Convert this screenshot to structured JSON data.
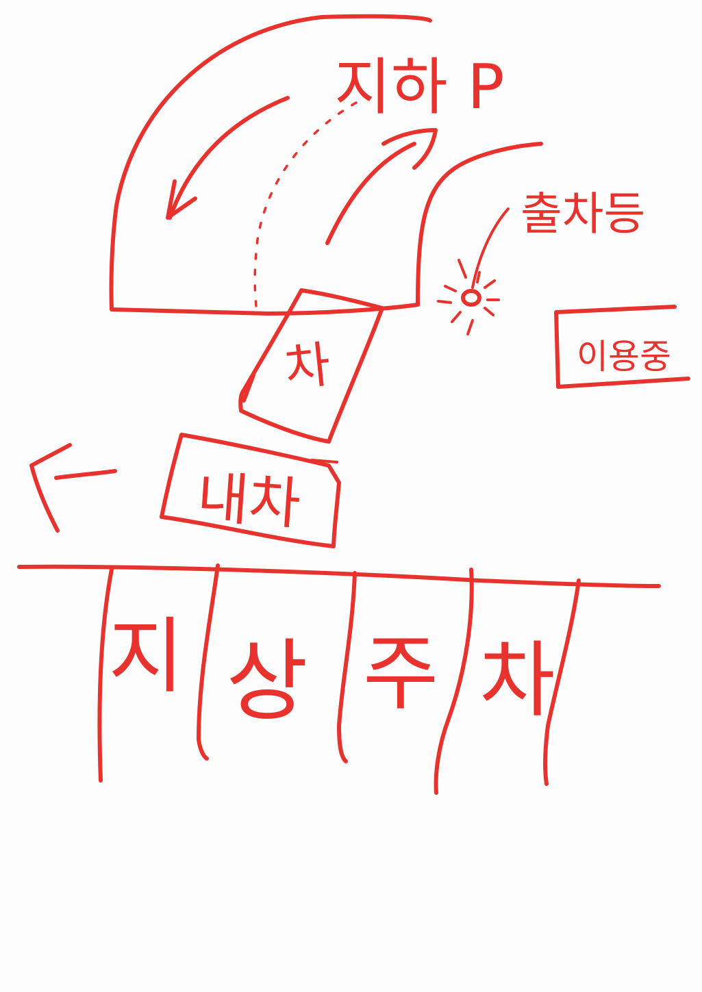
{
  "labels": {
    "underground_parking": "지하 P",
    "exit_light": "출차등",
    "car": "차",
    "my_car": "내차",
    "in_use": "이용중",
    "ground_parking": [
      "지",
      "상",
      "주",
      "차"
    ]
  },
  "colors": {
    "ink": "#e8322d",
    "paper": "#fdfdfd"
  },
  "icons": {
    "exit_light": "light-bulb-icon",
    "left_arrow": "arrow-left-icon",
    "down_arrow": "curved-arrow-down-icon",
    "up_arrow": "curved-arrow-up-icon"
  }
}
